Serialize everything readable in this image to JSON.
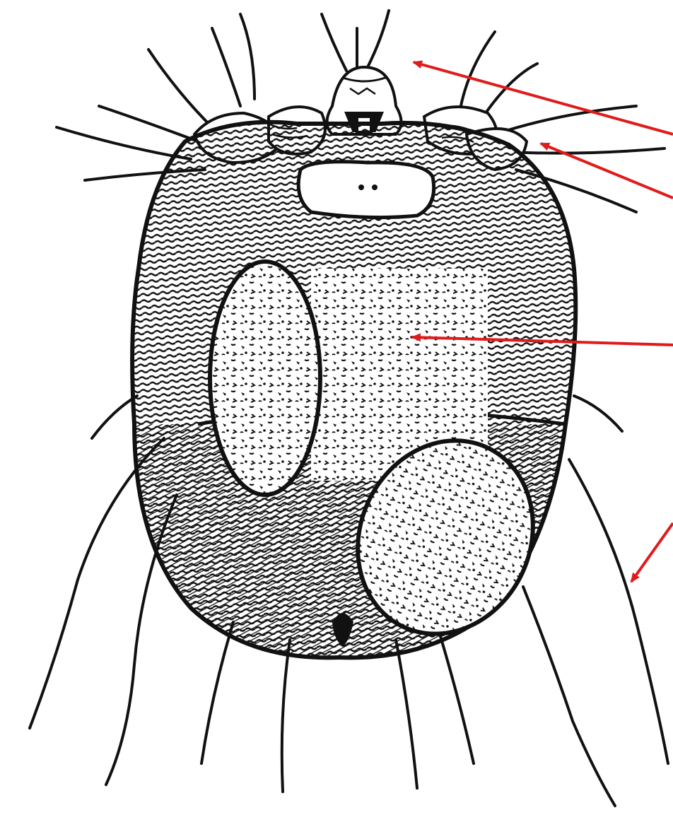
{
  "figure": {
    "subject": "mite-illustration",
    "style": "black ink line drawing",
    "colors": {
      "ink": "#111111",
      "paper": "#ffffff",
      "arrow": "#e01b1b"
    },
    "pointers": [
      {
        "target": "mouthparts"
      },
      {
        "target": "front-leg"
      },
      {
        "target": "body"
      },
      {
        "target": "posterior-seta"
      }
    ]
  }
}
